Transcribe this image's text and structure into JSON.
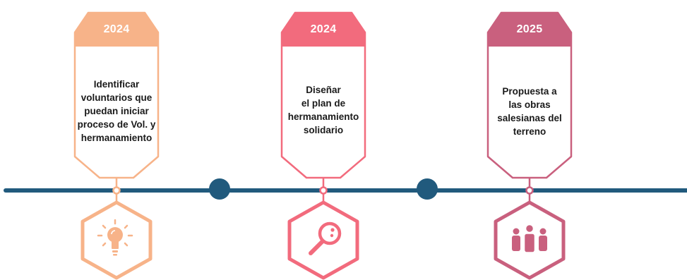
{
  "milestones": [
    {
      "year": "2024",
      "text": "Identificar\nvoluntarios que\npuedan iniciar\nproceso de Vol. y\nhermanamiento",
      "color": "#F7B389",
      "icon": "lightbulb-icon"
    },
    {
      "year": "2024",
      "text": "Diseñar\nel plan de\nhermanamiento\nsolidario",
      "color": "#F26B7D",
      "icon": "magnifier-icon"
    },
    {
      "year": "2025",
      "text": "Propuesta a\nlas obras\nsalesianas del\nterreno",
      "color": "#C9607E",
      "icon": "people-group-icon"
    }
  ],
  "colors": {
    "timeline": "#215A7D",
    "dot": "#215A7D"
  }
}
